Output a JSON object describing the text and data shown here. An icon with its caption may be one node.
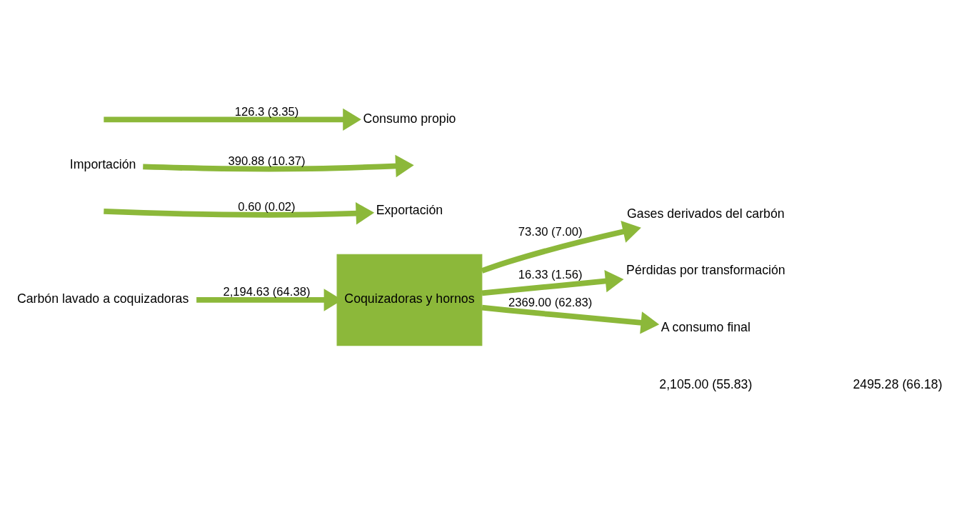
{
  "diagram": {
    "nodes": [
      {
        "text": [
          "Carbón lavado a coquizadoras"
        ]
      },
      {
        "text": [
          "Coquizadoras y hornos"
        ]
      },
      {
        "text": [
          "Gases derivados del carbón"
        ]
      },
      {
        "text": [
          "Pérdidas por transformación"
        ]
      },
      {
        "text": [
          "Exportación"
        ]
      },
      {
        "text": [
          "Importación"
        ]
      },
      {
        "text": [
          "Consumo propio"
        ]
      },
      {
        "text": [
          "A consumo final"
        ]
      }
    ],
    "edges": [
      {
        "from": 0,
        "to": 1,
        "arrow": "to",
        "label": "2,194.63 (64.38)"
      },
      {
        "from": 1,
        "to": 2,
        "arrow": "to",
        "label": "73.30 (7.00)"
      },
      {
        "from": 1,
        "to": 3,
        "arrow": "to",
        "label": "16.33 (1.56)"
      },
      {
        "from": null,
        "to": 4,
        "arrow": "to",
        "label": "0.60 (0.02)"
      },
      {
        "from": 5,
        "to": null,
        "arrow": "to",
        "label": "390.88 (10.37)"
      },
      {
        "from": null,
        "to": 6,
        "arrow": "to",
        "label": "126.3 (3.35)"
      },
      {
        "from": 1,
        "to": 7,
        "arrow": "to",
        "label": "2369.00 (62.83)"
      }
    ],
    "labels": [
      "2,105.00 (55.83)",
      "2495.28 (66.18)"
    ]
  }
}
